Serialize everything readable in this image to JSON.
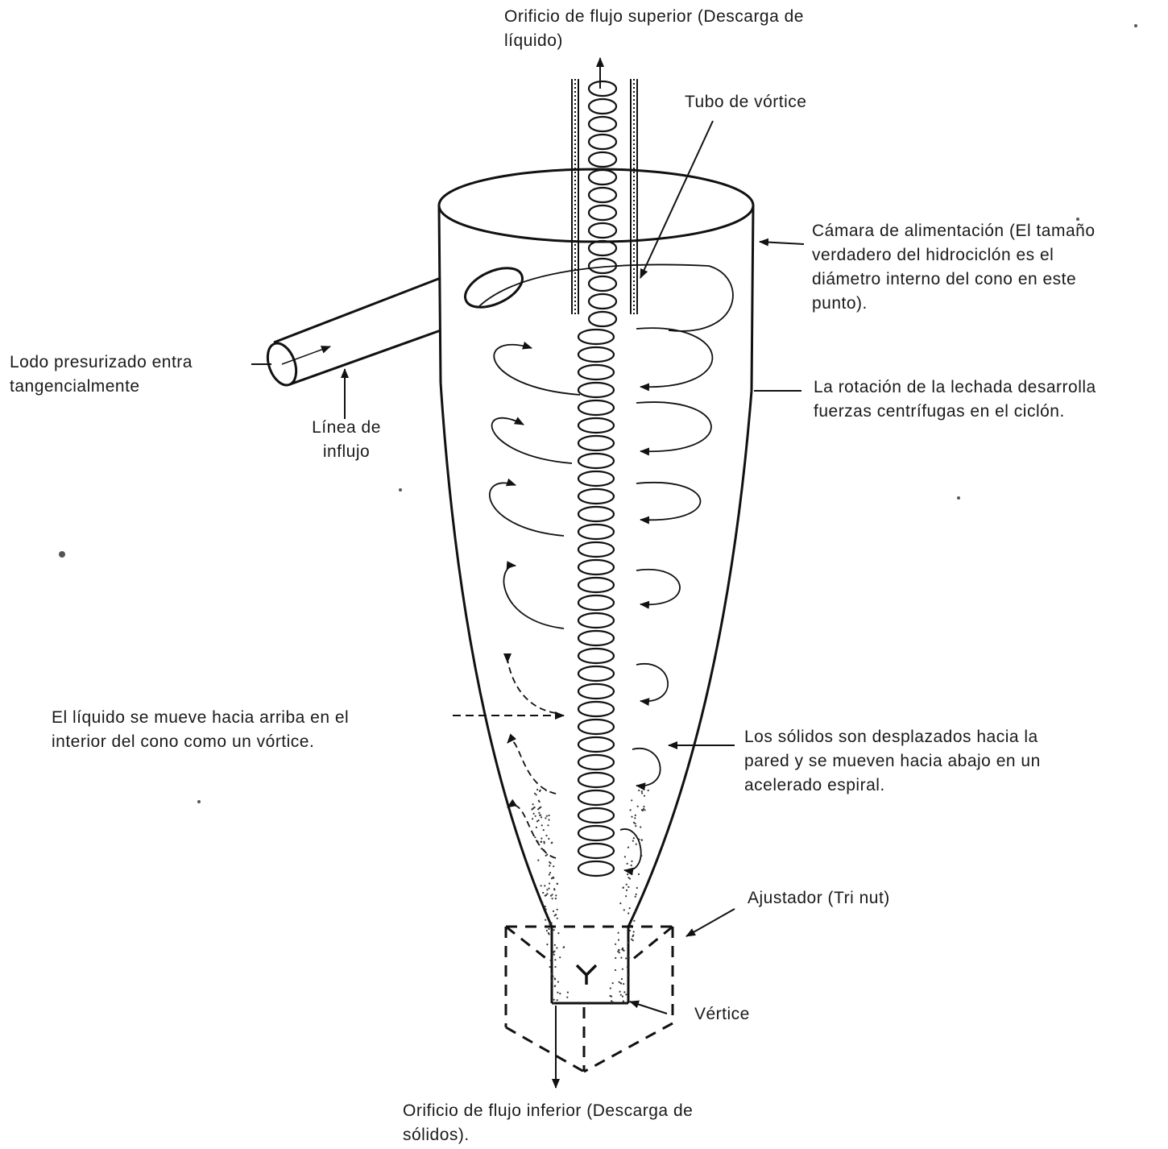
{
  "labels": {
    "top_outlet": [
      "Orificio de flujo superior (Descarga de",
      "líquido)"
    ],
    "vortex_tube": [
      "Tubo de vórtice"
    ],
    "feed_chamber": [
      "Cámara de alimentación (El tamaño",
      "verdadero del hidrociclón es el",
      "diámetro interno del cono en este",
      "punto)."
    ],
    "inlet_slurry": [
      "Lodo presurizado entra",
      "tangencialmente"
    ],
    "inlet_line": [
      "Línea de",
      "influjo"
    ],
    "rotation": [
      "La rotación de la lechada desarrolla",
      "fuerzas centrífugas en el ciclón."
    ],
    "liquid_up": [
      "El líquido se mueve hacia arriba en el",
      "interior del cono como un vórtice."
    ],
    "solids_down": [
      "Los sólidos son desplazados hacia la",
      "pared y se mueven hacia abajo en un",
      "acelerado espiral."
    ],
    "adjuster": [
      "Ajustador (Tri nut)"
    ],
    "apex": [
      "Vértice"
    ],
    "bottom_outlet": [
      "Orificio de flujo inferior (Descarga de",
      "sólidos)."
    ]
  }
}
